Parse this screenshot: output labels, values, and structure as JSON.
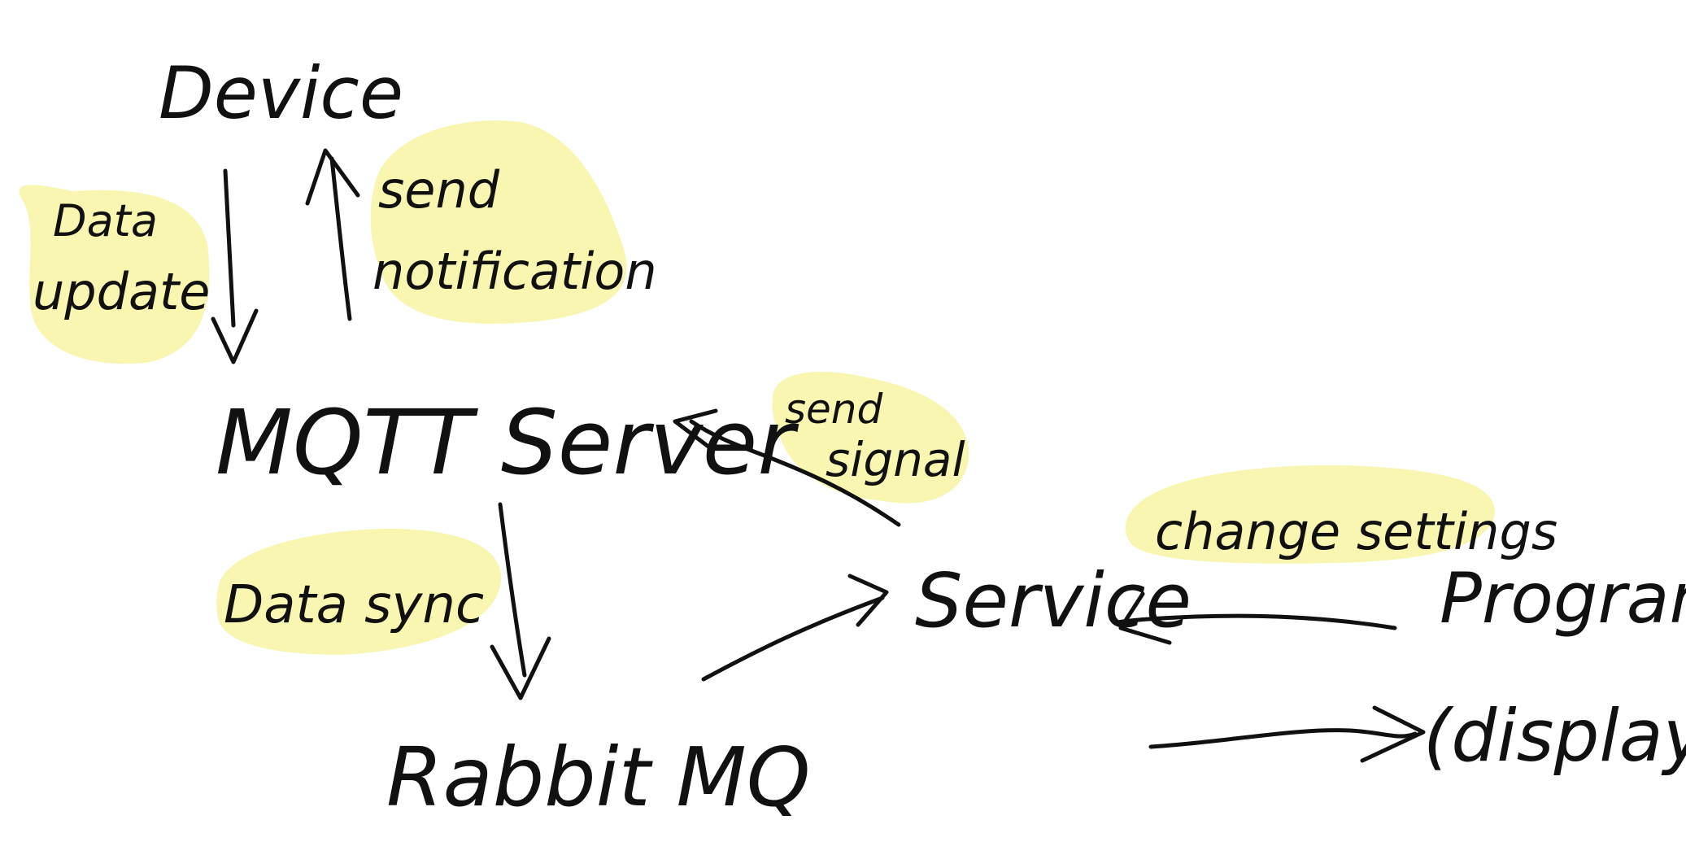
{
  "colors": {
    "ink": "#111111",
    "highlight": "#f7f4a3",
    "background": "#ffffff"
  },
  "nodes": {
    "device": "Device",
    "mqtt_server": "MQTT Server",
    "rabbitmq": "Rabbit MQ",
    "service": "Service",
    "program": "Program",
    "display": "(display)"
  },
  "edges": {
    "data_update": [
      "Data",
      "update"
    ],
    "send_notification": [
      "send",
      "notification"
    ],
    "send_signal": [
      "send",
      "signal"
    ],
    "data_sync": "Data sync",
    "change_settings": "change settings"
  }
}
